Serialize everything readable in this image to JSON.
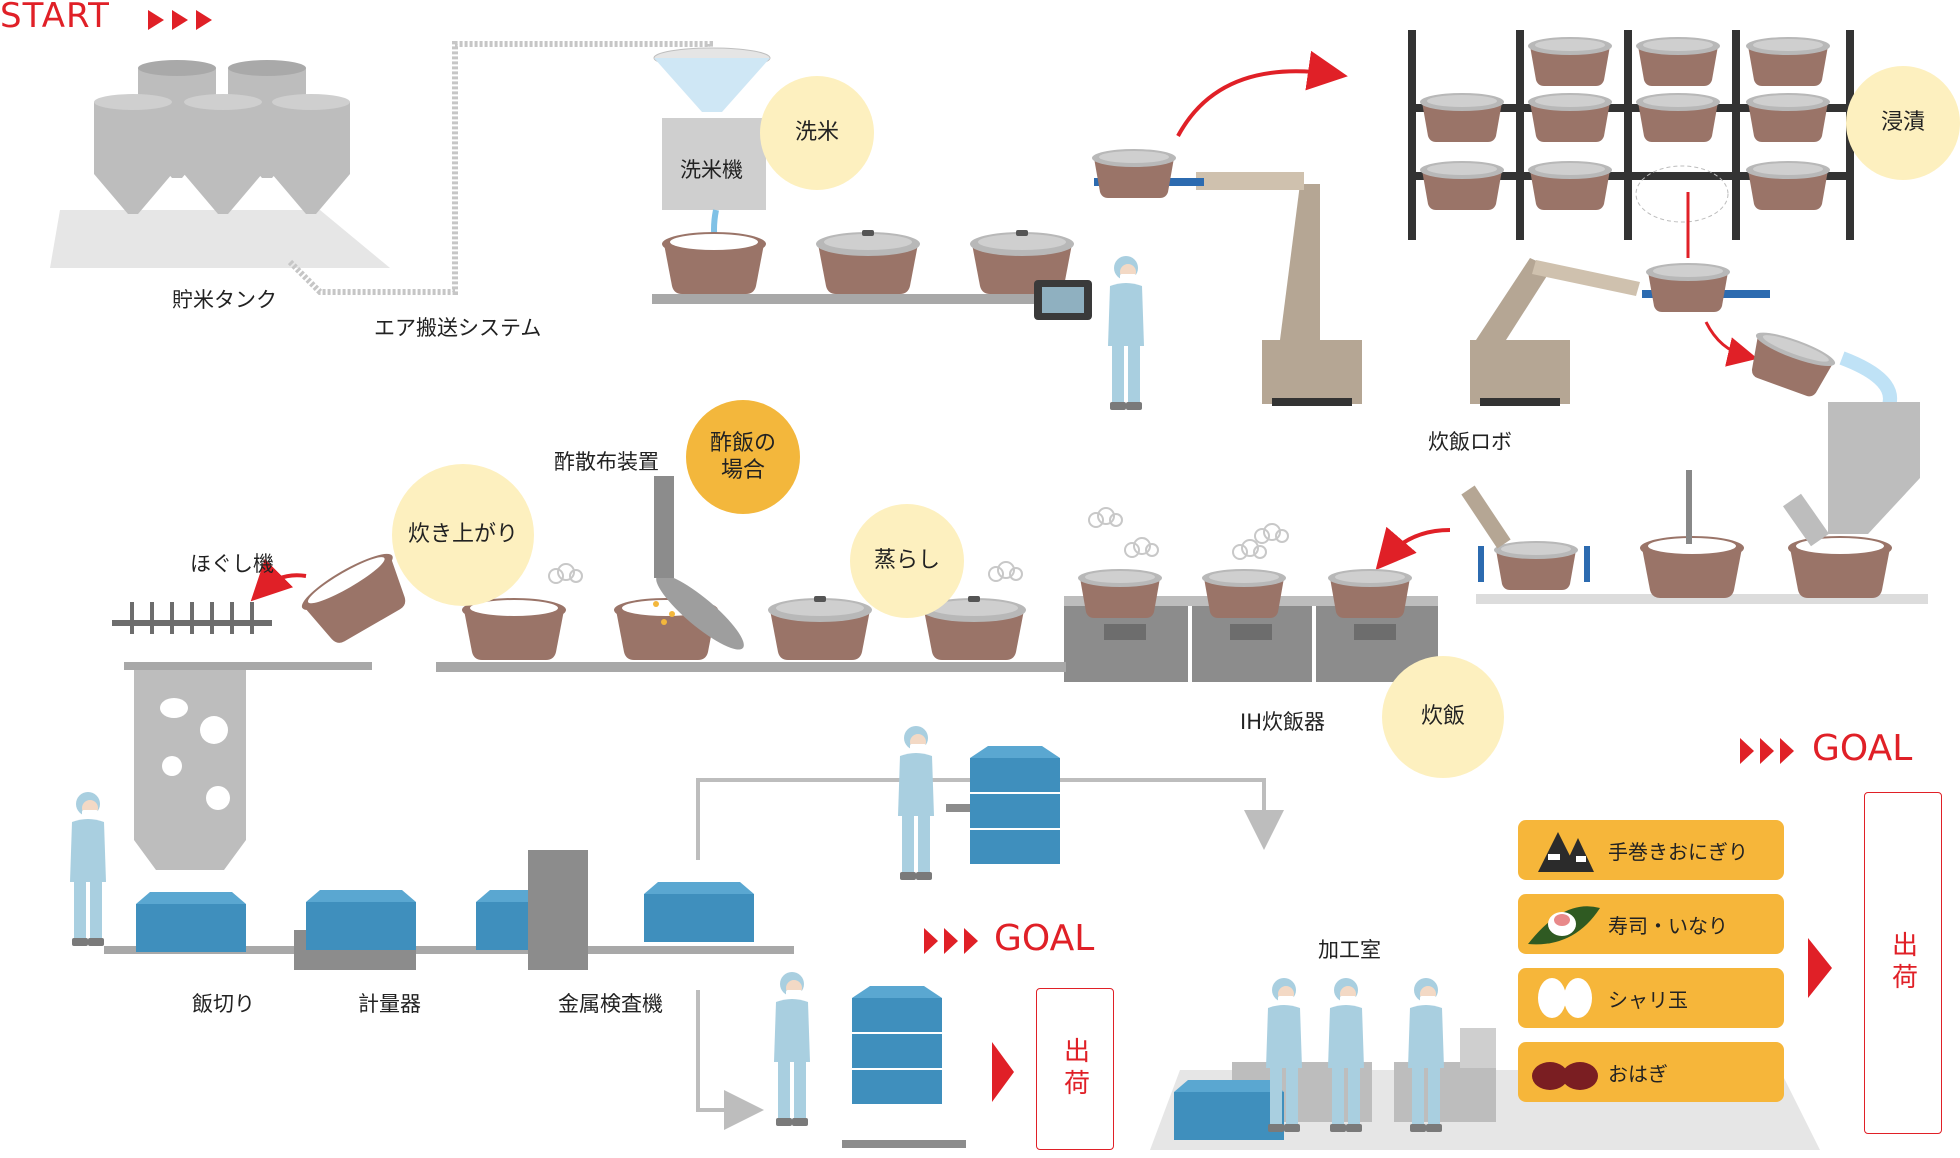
{
  "start_label": "START",
  "goal_label": "GOAL",
  "ship_label": "出荷",
  "labels": {
    "tank": "貯米タンク",
    "air": "エア搬送システム",
    "washer": "洗米機",
    "wash": "洗米",
    "soak": "浸漬",
    "robot": "炊飯ロボ",
    "vinegar_device": "酢散布装置",
    "vinegar_case": "酢飯の場合",
    "cooked": "炊き上がり",
    "steam": "蒸らし",
    "loosen": "ほぐし機",
    "ih": "IH炊飯器",
    "cook": "炊飯",
    "cut": "飯切り",
    "scale": "計量器",
    "metal": "金属検査機",
    "processing": "加工室"
  },
  "products": [
    {
      "label": "手巻きおにぎり",
      "icon": "onigiri-icon"
    },
    {
      "label": "寿司・いなり",
      "icon": "sushi-icon"
    },
    {
      "label": "シャリ玉",
      "icon": "shari-ball-icon"
    },
    {
      "label": "おはぎ",
      "icon": "ohagi-icon"
    }
  ],
  "colors": {
    "accent_red": "#e02027",
    "bubble_cream": "#fdf0bf",
    "bubble_orange": "#f3b73c",
    "product_orange": "#f6b63a",
    "pot_brown": "#9a7468",
    "container_blue": "#3f8fbd",
    "machine_gray": "#8c8c8c",
    "worker_blue": "#a9cfe0"
  }
}
